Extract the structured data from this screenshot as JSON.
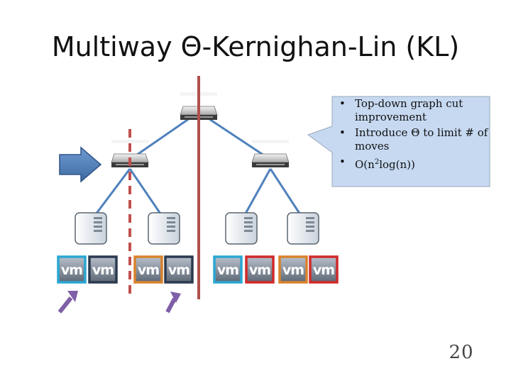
{
  "slide": {
    "title": "Multiway Θ-Kernighan-Lin (KL)",
    "page_number": "20"
  },
  "callout": {
    "bullets": [
      "Top-down graph cut improvement",
      "Introduce Θ to limit # of moves",
      "O(n2log(n))"
    ],
    "fill_color": "#c6d9f1",
    "border_color": "#9aa8b8"
  },
  "network": {
    "switches": [
      {
        "id": "root-switch"
      },
      {
        "id": "left-switch"
      },
      {
        "id": "right-switch"
      }
    ],
    "servers": [
      {
        "id": "server-1"
      },
      {
        "id": "server-2"
      },
      {
        "id": "server-3"
      },
      {
        "id": "server-4"
      }
    ],
    "vms": [
      {
        "label": "vm",
        "border_color": "#2aa7d4"
      },
      {
        "label": "vm",
        "border_color": "#2b3a4f"
      },
      {
        "label": "vm",
        "border_color": "#d9822b"
      },
      {
        "label": "vm",
        "border_color": "#2b3a4f"
      },
      {
        "label": "vm",
        "border_color": "#2aa7d4"
      },
      {
        "label": "vm",
        "border_color": "#d02a2a"
      },
      {
        "label": "vm",
        "border_color": "#d9822b"
      },
      {
        "label": "vm",
        "border_color": "#d02a2a"
      }
    ],
    "link_color": "#4f81bd"
  },
  "partitions": {
    "solid_cut_color": "#b0504a",
    "dashed_cut_color": "#c0504d"
  },
  "arrows": {
    "pointer_color": "#4f81bd",
    "move_arrow_color": "#7f5fa8"
  }
}
